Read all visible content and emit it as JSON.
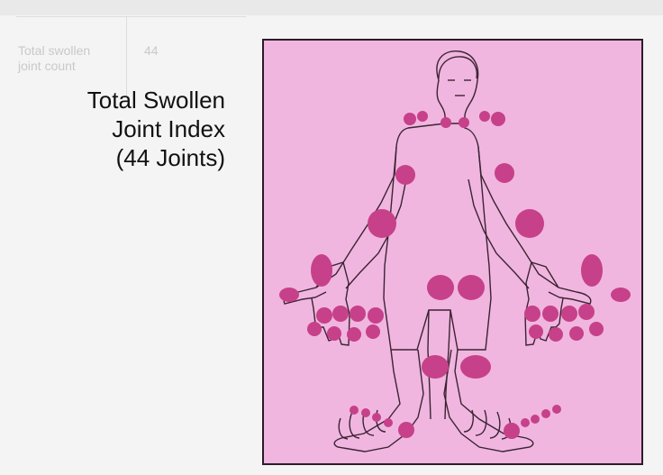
{
  "title": {
    "line1": "Total Swollen",
    "line2": "Joint Index",
    "line3": "(44 Joints)"
  },
  "colors": {
    "panel_fill": "#f0b6df",
    "joint_fill": "#c7408a",
    "outline": "#3b2333",
    "background": "#f6f6f6"
  },
  "joint_count": 44
}
